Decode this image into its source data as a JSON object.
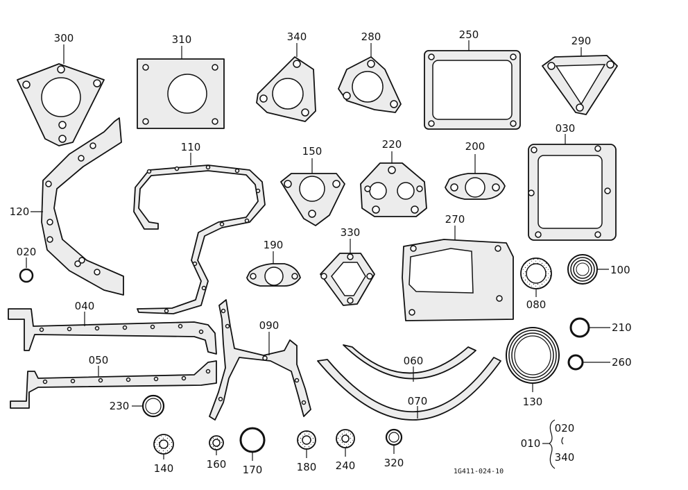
{
  "labels": {
    "p300": "300",
    "p310": "310",
    "p340": "340",
    "p280": "280",
    "p250": "250",
    "p290": "290",
    "p030": "030",
    "p110": "110",
    "p150": "150",
    "p220": "220",
    "p200": "200",
    "p120": "120",
    "p020": "020",
    "p190": "190",
    "p330": "330",
    "p270": "270",
    "p080": "080",
    "p100": "100",
    "p040": "040",
    "p090": "090",
    "p210": "210",
    "p060": "060",
    "p050": "050",
    "p260": "260",
    "p070": "070",
    "p130": "130",
    "p230": "230",
    "p010": "010",
    "p010_from": "020",
    "p010_to": "340",
    "p140": "140",
    "p160": "160",
    "p170": "170",
    "p180": "180",
    "p240": "240",
    "p320": "320"
  },
  "drawing_code": "1G411-024-10"
}
